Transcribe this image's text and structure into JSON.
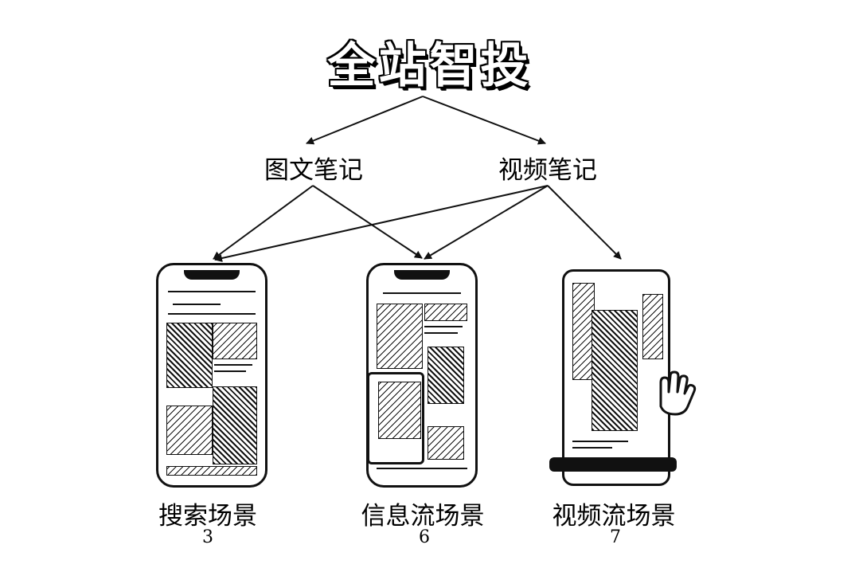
{
  "title": "全站智投",
  "content_types": [
    {
      "id": "image",
      "label": "图文笔记"
    },
    {
      "id": "video",
      "label": "视频笔记"
    }
  ],
  "scenes": [
    {
      "id": "search",
      "label": "搜索场景",
      "count": "3"
    },
    {
      "id": "feed",
      "label": "信息流场景",
      "count": "6"
    },
    {
      "id": "video",
      "label": "视频流场景",
      "count": "7"
    }
  ],
  "edges": [
    {
      "from": "title",
      "to": "image"
    },
    {
      "from": "title",
      "to": "video"
    },
    {
      "from": "image",
      "to": "search"
    },
    {
      "from": "image",
      "to": "feed"
    },
    {
      "from": "video",
      "to": "search"
    },
    {
      "from": "video",
      "to": "feed"
    },
    {
      "from": "video",
      "to": "video-scene"
    }
  ],
  "icons": {
    "hand": "hand-pointer-icon",
    "phone": "smartphone-icon"
  }
}
